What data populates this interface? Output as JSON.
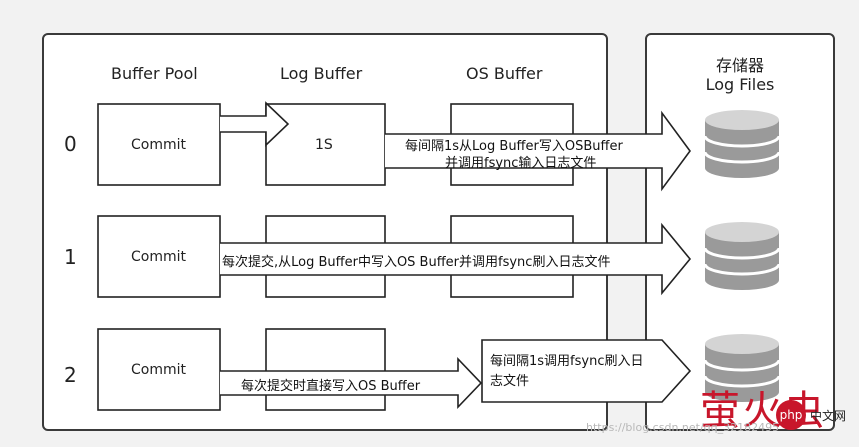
{
  "columns": {
    "buffer_pool": "Buffer Pool",
    "log_buffer": "Log Buffer",
    "os_buffer": "OS Buffer"
  },
  "storage": {
    "title_line1": "存储器",
    "title_line2": "Log Files",
    "icon": "database-cylinder-icon"
  },
  "rows": [
    {
      "id": "0",
      "commit": "Commit",
      "log_buffer_text": "1S",
      "arrow_text_line1": "每间隔1s从Log Buffer写入OSBuffer",
      "arrow_text_line2": "并调用fsync输入日志文件"
    },
    {
      "id": "1",
      "commit": "Commit",
      "arrow_text": "每次提交,从Log Buffer中写入OS Buffer并调用fsync刷入日志文件"
    },
    {
      "id": "2",
      "commit": "Commit",
      "arrow_text": "每次提交时直接写入OS Buffer",
      "os_buffer_text_line1": "每间隔1s调用fsync刷入日",
      "os_buffer_text_line2": "志文件"
    }
  ],
  "watermark": {
    "brand_cn": "萤火虫",
    "badge": "php",
    "site_cn": "中文网",
    "url": "https://blog.csdn.net/qq_32182495"
  },
  "colors": {
    "panel_border": "#3a3a3a",
    "box_border": "#222222",
    "disk_body": "#9a9a9a",
    "disk_top": "#cfcfcf",
    "watermark_red": "#c8162b"
  }
}
